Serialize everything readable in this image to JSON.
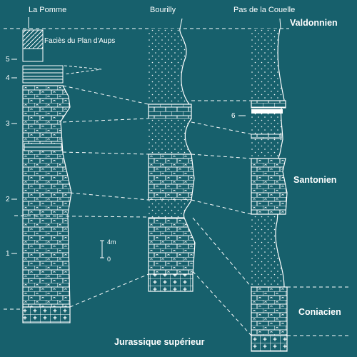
{
  "columns": {
    "la_pomme": "La Pomme",
    "bourilly": "Bourilly",
    "pas_couelle": "Pas de la Couelle"
  },
  "stages": {
    "valdonnien": "Valdonnien",
    "santonien": "Santonien",
    "coniacien": "Coniacien",
    "jurassique": "Jurassique supérieur"
  },
  "facies_label": "Faciès du Plan d'Aups",
  "levels": [
    "1",
    "2",
    "3",
    "4",
    "5"
  ],
  "level_6": "6",
  "scale": {
    "top": "4m",
    "bottom": "0"
  },
  "colors": {
    "background": "#17606c",
    "ink": "#ffffff"
  }
}
